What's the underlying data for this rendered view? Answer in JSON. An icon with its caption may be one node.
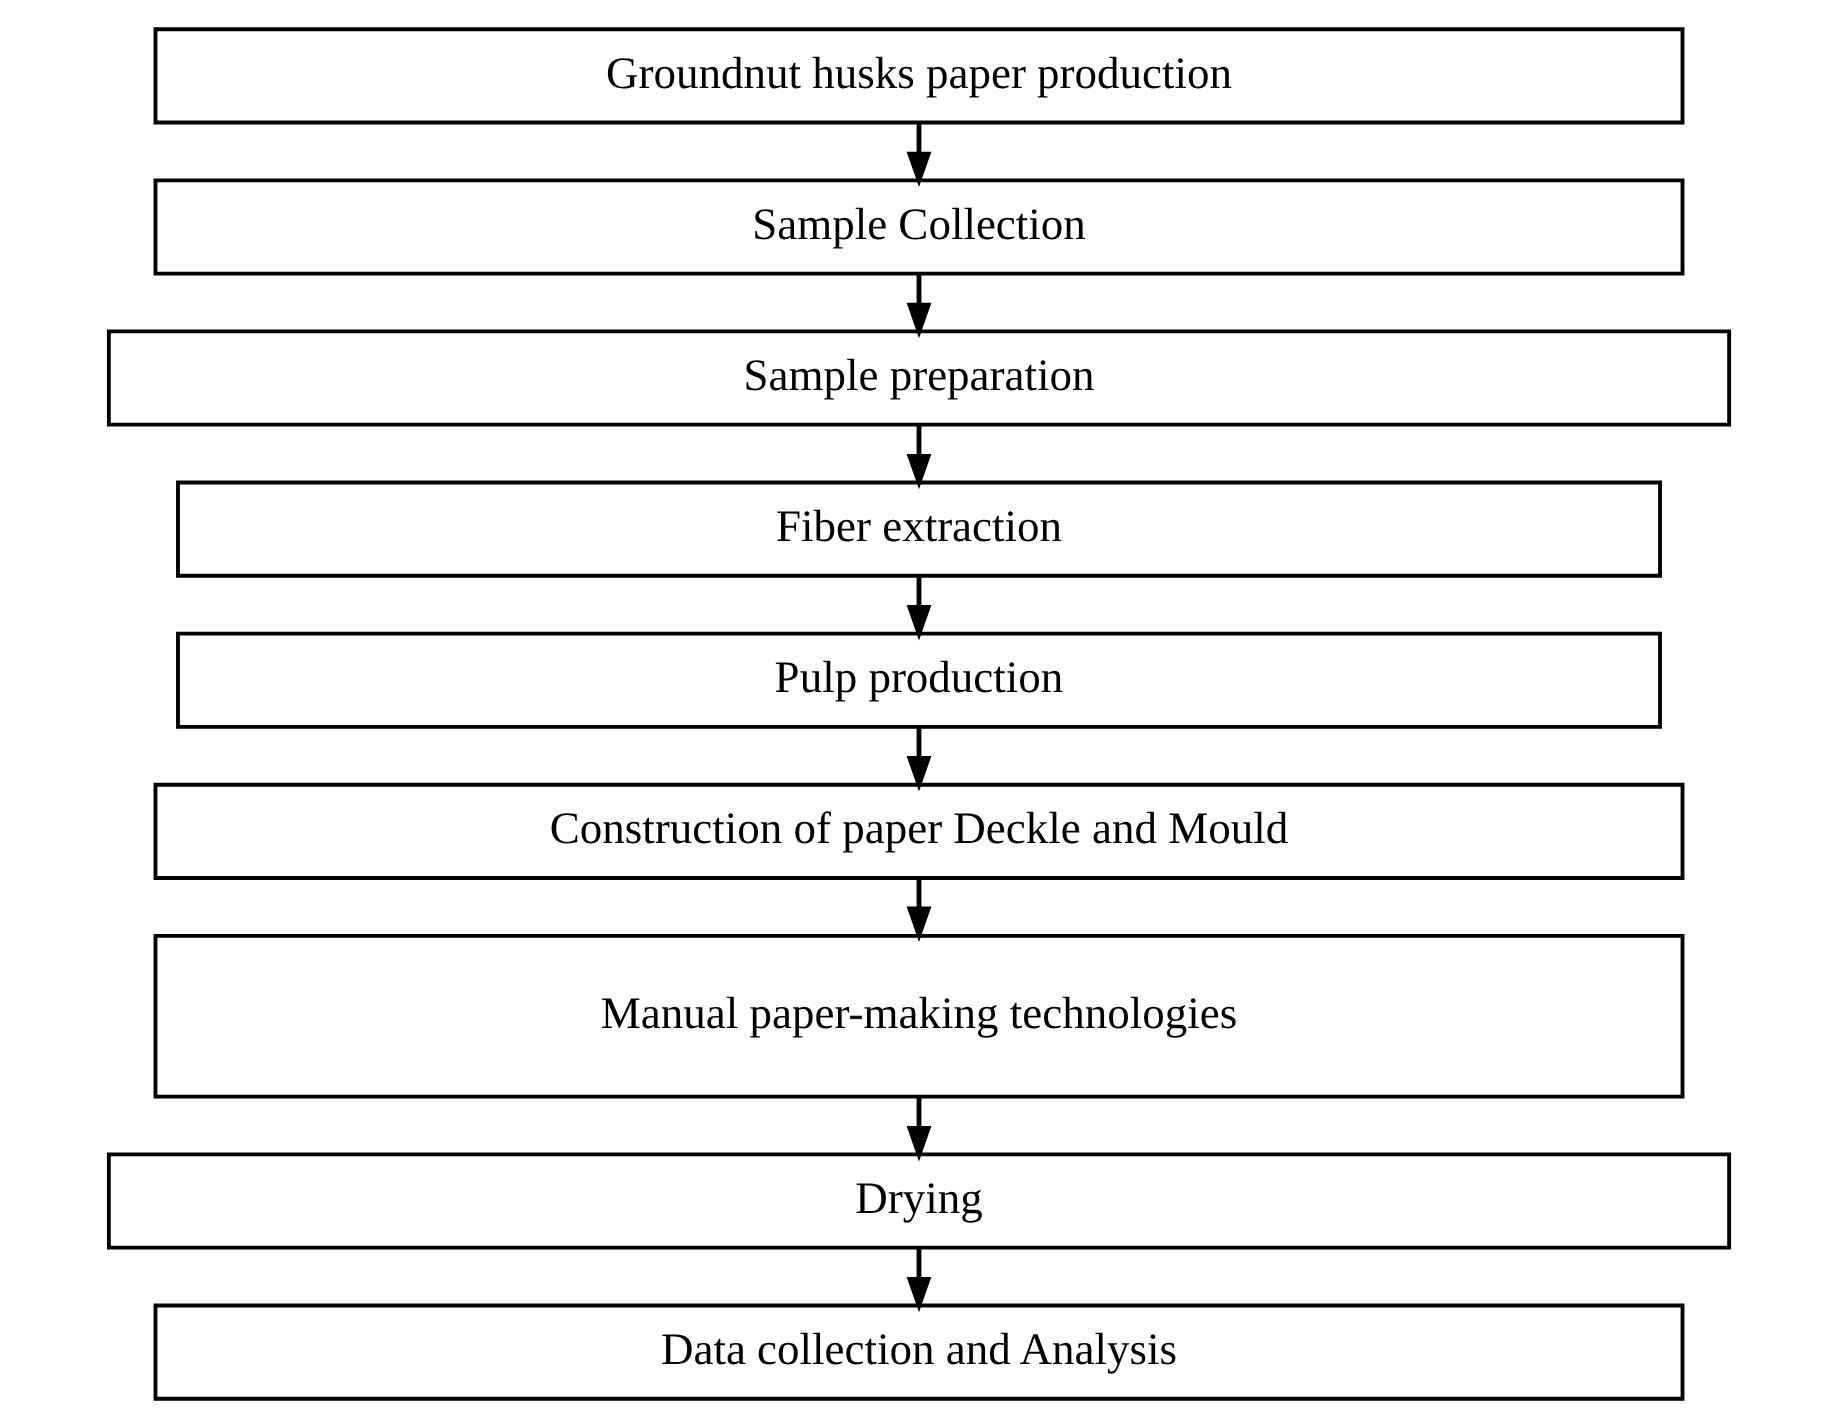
{
  "diagram": {
    "nodes": [
      {
        "text": [
          "Groundnut husks paper production"
        ]
      },
      {
        "text": [
          "Sample Collection"
        ]
      },
      {
        "text": [
          "Sample preparation"
        ]
      },
      {
        "text": [
          "Fiber extraction"
        ]
      },
      {
        "text": [
          "Pulp production"
        ]
      },
      {
        "text": [
          "Construction of paper Deckle and Mould"
        ]
      },
      {
        "text": [
          "Manual paper-making technologies"
        ]
      },
      {
        "text": [
          "Drying"
        ]
      },
      {
        "text": [
          "Data collection and Analysis"
        ]
      }
    ],
    "edges": [
      {
        "from": 0,
        "to": 1,
        "arrow": "to"
      },
      {
        "from": 1,
        "to": 2,
        "arrow": "to"
      },
      {
        "from": 2,
        "to": 3,
        "arrow": "to"
      },
      {
        "from": 3,
        "to": 4,
        "arrow": "to"
      },
      {
        "from": 4,
        "to": 5,
        "arrow": "to"
      },
      {
        "from": 5,
        "to": 6,
        "arrow": "to"
      },
      {
        "from": 6,
        "to": 7,
        "arrow": "to"
      },
      {
        "from": 7,
        "to": 8,
        "arrow": "to"
      }
    ]
  }
}
